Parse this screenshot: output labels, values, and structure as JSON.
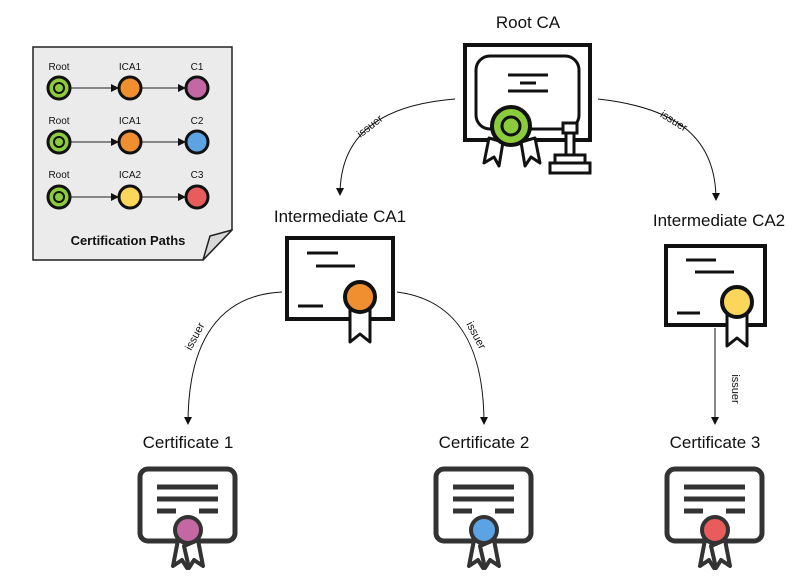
{
  "nodes": {
    "root": {
      "label": "Root CA",
      "badge_color": "#8ccc3c"
    },
    "ica1": {
      "label": "Intermediate CA1",
      "badge_color": "#ef8f2f"
    },
    "ica2": {
      "label": "Intermediate CA2",
      "badge_color": "#fcd65a"
    },
    "cert1": {
      "label": "Certificate 1",
      "badge_color": "#c468a4"
    },
    "cert2": {
      "label": "Certificate 2",
      "badge_color": "#5ca3e4"
    },
    "cert3": {
      "label": "Certificate 3",
      "badge_color": "#e95c5c"
    }
  },
  "edges": [
    {
      "from": "root",
      "to": "ica1",
      "label": "issuer"
    },
    {
      "from": "root",
      "to": "ica2",
      "label": "issuer"
    },
    {
      "from": "ica1",
      "to": "cert1",
      "label": "issuer"
    },
    {
      "from": "ica1",
      "to": "cert2",
      "label": "issuer"
    },
    {
      "from": "ica2",
      "to": "cert3",
      "label": "issuer"
    }
  ],
  "legend": {
    "title": "Certification Paths",
    "paths": [
      {
        "labels": [
          "Root",
          "ICA1",
          "C1"
        ],
        "colors": [
          "#8ccc3c",
          "#ef8f2f",
          "#c468a4"
        ]
      },
      {
        "labels": [
          "Root",
          "ICA1",
          "C2"
        ],
        "colors": [
          "#8ccc3c",
          "#ef8f2f",
          "#5ca3e4"
        ]
      },
      {
        "labels": [
          "Root",
          "ICA2",
          "C3"
        ],
        "colors": [
          "#8ccc3c",
          "#fcd65a",
          "#e95c5c"
        ]
      }
    ]
  }
}
